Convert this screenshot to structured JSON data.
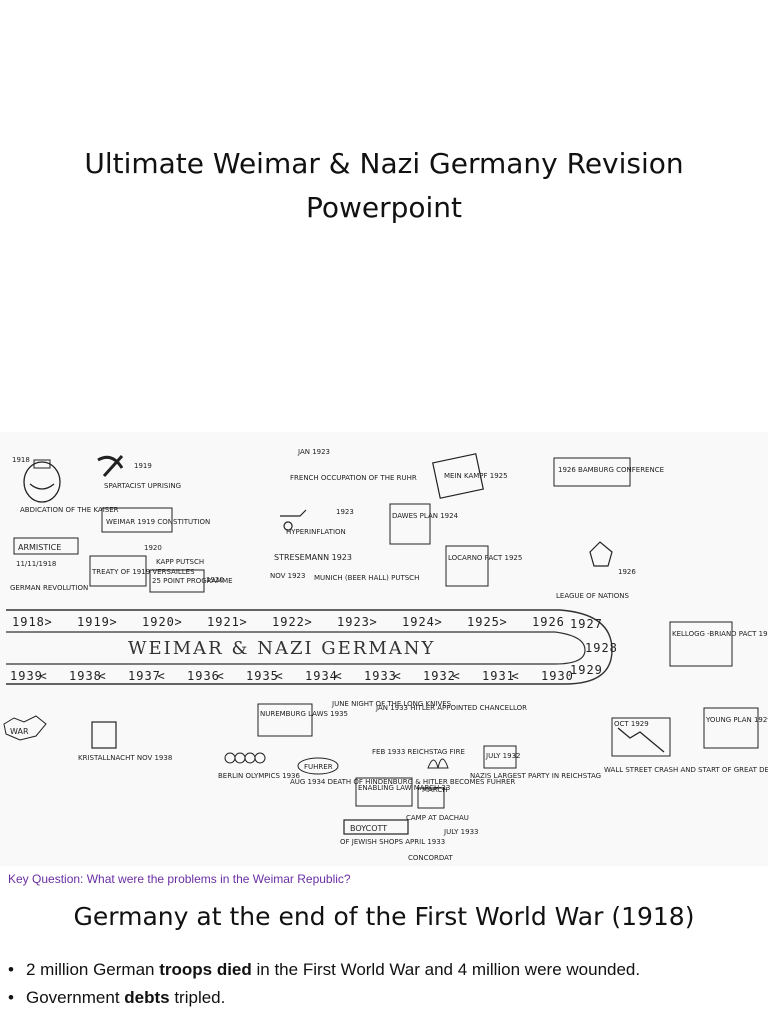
{
  "slide1": {
    "title_line1": "Ultimate Weimar & Nazi Germany Revision",
    "title_line2": "Powerpoint"
  },
  "timeline": {
    "banner": "WEIMAR & NAZI GERMANY",
    "top_years": [
      "1918",
      ">",
      "1919",
      ">",
      "1920",
      ">",
      "1921",
      ">",
      "1922",
      ">",
      "1923",
      ">",
      "1924",
      ">",
      "1925",
      ">",
      "1926"
    ],
    "bottom_years": [
      "1939",
      "<",
      "1938",
      "<",
      "1937",
      "<",
      "1936",
      "<",
      "1935",
      "<",
      "1934",
      "<",
      "1933",
      "<",
      "1932",
      "<",
      "1931",
      "<",
      "1930"
    ],
    "right_years": [
      "1927",
      "1928",
      "1929"
    ],
    "events": {
      "kaiser_year": "1918",
      "kaiser": "ABDICATION OF THE KAISER",
      "spartacist_year": "1919",
      "spartacist": "SPARTACIST UPRISING",
      "weimar_constitution": "WEIMAR 1919 CONSTITUTION",
      "armistice": "ARMISTICE",
      "armistice_date": "11/11/1918",
      "german_revolution": "GERMAN REVOLUTION",
      "versailles": "TREATY OF 1919 VERSAILLES",
      "kapp_year": "1920",
      "kapp": "KAPP PUTSCH",
      "point_programme": "25 POINT PROGRAMME",
      "point_programme_year": "1920",
      "ruhr_date": "JAN 1923",
      "ruhr": "FRENCH OCCUPATION OF THE RUHR",
      "hyperinflation_year": "1923",
      "hyperinflation": "HYPERINFLATION",
      "stresemann": "STRESEMANN 1923",
      "munich_date": "NOV 1923",
      "munich": "MUNICH (BEER HALL) PUTSCH",
      "mein_kampf": "MEIN KAMPF 1925",
      "dawes": "DAWES PLAN 1924",
      "locarno": "LOCARNO PACT 1925",
      "bamburg": "1926 BAMBURG CONFERENCE",
      "league_year": "1926",
      "league": "LEAGUE OF NATIONS",
      "kellogg": "KELLOGG -BRIAND PACT 1928",
      "young": "YOUNG PLAN 1929",
      "wall_street_date": "OCT 1929",
      "wall_street": "WALL STREET CRASH AND START OF GREAT DEPRESSION",
      "war": "WAR",
      "kristallnacht": "KRISTALLNACHT NOV 1938",
      "olympics": "BERLIN OLYMPICS 1936",
      "nuremberg": "NUREMBURG LAWS 1935",
      "long_knives": "JUNE NIGHT OF THE LONG KNIVES",
      "fuhrer_label": "FUHRER",
      "fuhrer": "AUG 1934 DEATH OF HINDENBURG & HITLER BECOMES FUHRER",
      "chancellor": "JAN 1933 HITLER APPOINTED CHANCELLOR",
      "reichstag_fire": "FEB 1933 REICHSTAG FIRE",
      "enabling": "ENABLING LAW MARCH 33",
      "dachau_month": "MARCH",
      "dachau": "CAMP AT DACHAU",
      "boycott": "BOYCOTT",
      "boycott_detail": "OF JEWISH SHOPS APRIL 1933",
      "concordat_date": "JULY 1933",
      "concordat": "CONCORDAT",
      "largest_party_date": "JULY 1932",
      "largest_party": "NAZIS LARGEST PARTY IN REICHSTAG"
    }
  },
  "slide2": {
    "key_question": "Key Question: What were the problems in the Weimar Republic?",
    "heading": "Germany at the end of the First World War (1918)",
    "bullet1_pre": "2 million German ",
    "bullet1_bold": "troops died",
    "bullet1_post": " in the First World War and 4 million were wounded.",
    "bullet2_pre": "Government ",
    "bullet2_bold": "debts",
    "bullet2_post": " tripled."
  }
}
